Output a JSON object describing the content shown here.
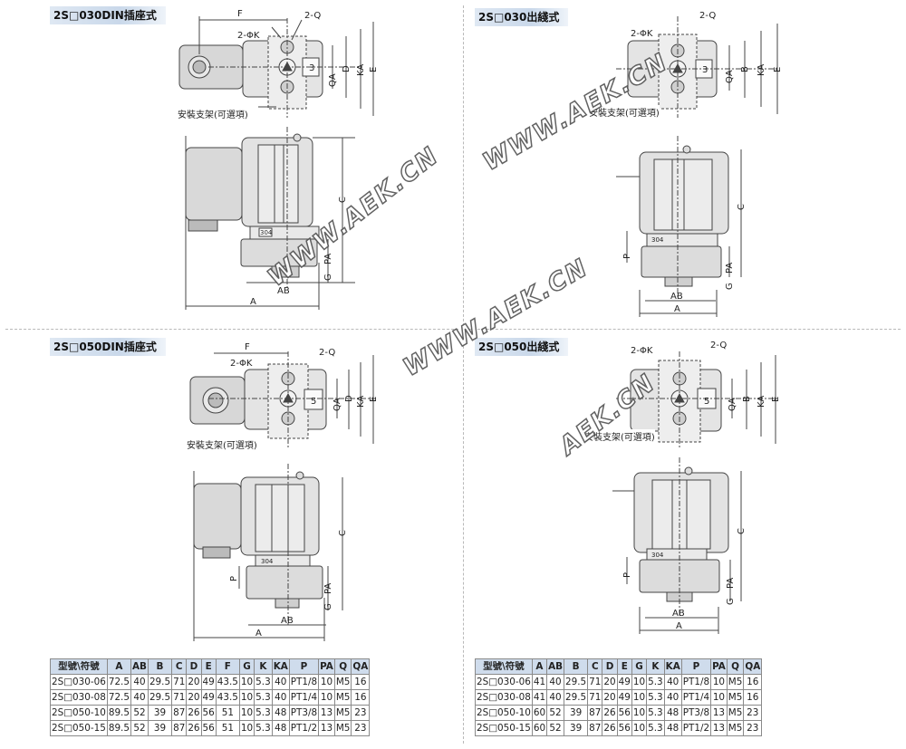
{
  "panels": {
    "tl": {
      "title": "2S□030DIN插座式",
      "bracket_note": "安裝支架(可選項)"
    },
    "tr": {
      "title": "2S□030出綫式",
      "bracket_note": "安裝支架(可選項)"
    },
    "bl": {
      "title": "2S□050DIN插座式",
      "bracket_note": "安裝支架(可選項)"
    },
    "br": {
      "title": "2S□050出綫式",
      "bracket_note": "安裝支架(可選項)"
    }
  },
  "dims": {
    "F": "F",
    "Q2": "2-Q",
    "PhiK2": "2-ΦK",
    "QA": "QA",
    "D": "D",
    "KA": "KA",
    "E": "E",
    "B": "B",
    "C": "C",
    "P": "P",
    "PA": "PA",
    "G": "G",
    "AB": "AB",
    "A": "A",
    "n3": "3",
    "n5": "5",
    "code304": "304"
  },
  "watermark": {
    "text1": "WWW.AEK.CN",
    "text2": "AEK.CN"
  },
  "tables": {
    "left": {
      "headers": [
        "型號\\符號",
        "A",
        "AB",
        "B",
        "C",
        "D",
        "E",
        "F",
        "G",
        "K",
        "KA",
        "P",
        "PA",
        "Q",
        "QA"
      ],
      "rows": [
        [
          "2S□030-06",
          "72.5",
          "40",
          "29.5",
          "71",
          "20",
          "49",
          "43.5",
          "10",
          "5.3",
          "40",
          "PT1/8",
          "10",
          "M5",
          "16"
        ],
        [
          "2S□030-08",
          "72.5",
          "40",
          "29.5",
          "71",
          "20",
          "49",
          "43.5",
          "10",
          "5.3",
          "40",
          "PT1/4",
          "10",
          "M5",
          "16"
        ],
        [
          "2S□050-10",
          "89.5",
          "52",
          "39",
          "87",
          "26",
          "56",
          "51",
          "10",
          "5.3",
          "48",
          "PT3/8",
          "13",
          "M5",
          "23"
        ],
        [
          "2S□050-15",
          "89.5",
          "52",
          "39",
          "87",
          "26",
          "56",
          "51",
          "10",
          "5.3",
          "48",
          "PT1/2",
          "13",
          "M5",
          "23"
        ]
      ]
    },
    "right": {
      "headers": [
        "型號\\符號",
        "A",
        "AB",
        "B",
        "C",
        "D",
        "E",
        "G",
        "K",
        "KA",
        "P",
        "PA",
        "Q",
        "QA"
      ],
      "rows": [
        [
          "2S□030-06",
          "41",
          "40",
          "29.5",
          "71",
          "20",
          "49",
          "10",
          "5.3",
          "40",
          "PT1/8",
          "10",
          "M5",
          "16"
        ],
        [
          "2S□030-08",
          "41",
          "40",
          "29.5",
          "71",
          "20",
          "49",
          "10",
          "5.3",
          "40",
          "PT1/4",
          "10",
          "M5",
          "16"
        ],
        [
          "2S□050-10",
          "60",
          "52",
          "39",
          "87",
          "26",
          "56",
          "10",
          "5.3",
          "48",
          "PT3/8",
          "13",
          "M5",
          "23"
        ],
        [
          "2S□050-15",
          "60",
          "52",
          "39",
          "87",
          "26",
          "56",
          "10",
          "5.3",
          "48",
          "PT1/2",
          "13",
          "M5",
          "23"
        ]
      ]
    }
  }
}
